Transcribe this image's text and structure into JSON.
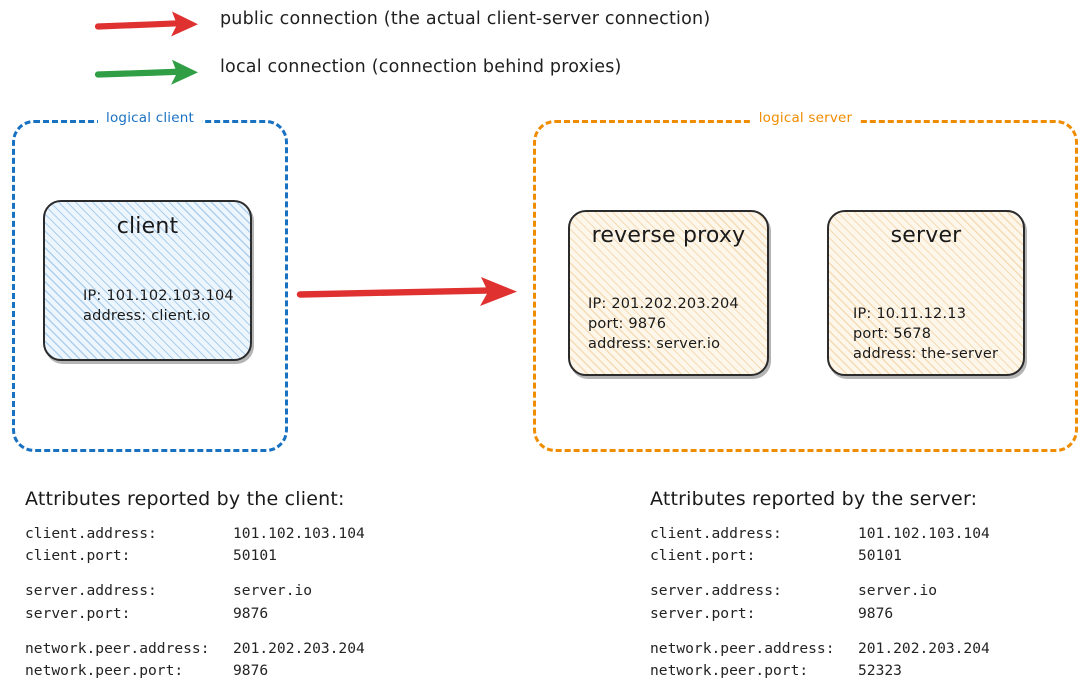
{
  "colors": {
    "public_arrow": "#e03131",
    "local_arrow": "#2f9e44",
    "logical_client_border": "#1971c2",
    "logical_server_border": "#f08c00",
    "node_border": "#2b2b2b",
    "client_fill": "#eef6fd",
    "server_fill": "#fdf6ea"
  },
  "legend": {
    "items": [
      {
        "arrow_icon": "red-arrow-right-icon",
        "color": "#e03131",
        "label": "public connection (the actual client-server connection)"
      },
      {
        "arrow_icon": "green-arrow-right-icon",
        "color": "#2f9e44",
        "label": "local connection (connection behind proxies)"
      }
    ]
  },
  "diagram": {
    "public_arrow_icon": "red-arrow-right-icon",
    "logical_client": {
      "caption": "logical client",
      "nodes": [
        {
          "title": "client",
          "details": "IP: 101.102.103.104\naddress: client.io"
        }
      ]
    },
    "logical_server": {
      "caption": "logical server",
      "nodes": [
        {
          "title": "reverse\nproxy",
          "details": "IP: 201.202.203.204\nport: 9876\naddress: server.io"
        },
        {
          "title": "server",
          "details": "IP: 10.11.12.13\nport: 5678\naddress: the-server"
        }
      ]
    }
  },
  "attribute_tables": [
    {
      "heading": "Attributes reported by the client:",
      "groups": [
        [
          {
            "key": "client.address:",
            "value": "101.102.103.104"
          },
          {
            "key": "client.port:",
            "value": "50101"
          }
        ],
        [
          {
            "key": "server.address:",
            "value": "server.io"
          },
          {
            "key": "server.port:",
            "value": "9876"
          }
        ],
        [
          {
            "key": "network.peer.address:",
            "value": "201.202.203.204"
          },
          {
            "key": "network.peer.port:",
            "value": "9876"
          }
        ]
      ]
    },
    {
      "heading": "Attributes reported by the server:",
      "groups": [
        [
          {
            "key": "client.address:",
            "value": "101.102.103.104"
          },
          {
            "key": "client.port:",
            "value": "50101"
          }
        ],
        [
          {
            "key": "server.address:",
            "value": "server.io"
          },
          {
            "key": "server.port:",
            "value": "9876"
          }
        ],
        [
          {
            "key": "network.peer.address:",
            "value": "201.202.203.204"
          },
          {
            "key": "network.peer.port:",
            "value": "52323"
          }
        ]
      ]
    }
  ]
}
